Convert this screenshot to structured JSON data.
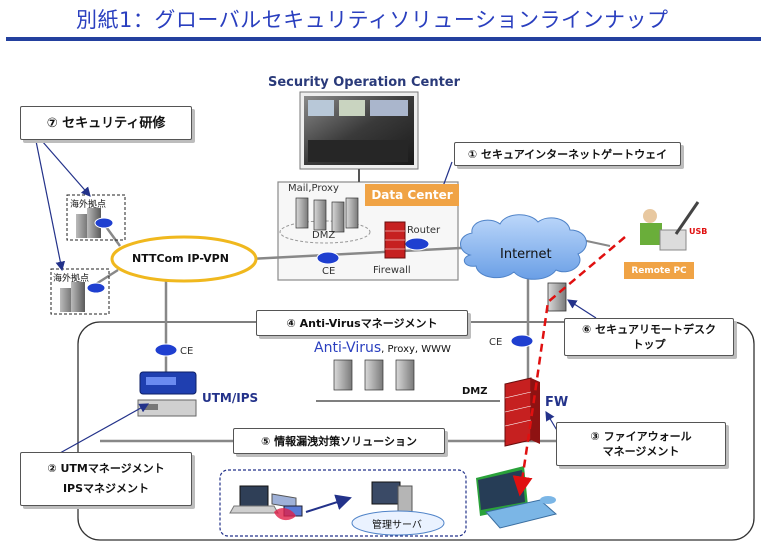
{
  "title": "別紙1：グローバルセキュリティソリューションラインナップ",
  "soc": {
    "title": "Security Operation Center"
  },
  "datacenter": {
    "label": "Data Center",
    "mail_proxy": "Mail,Proxy",
    "dmz": "DMZ",
    "router": "Router",
    "ce": "CE",
    "firewall": "Firewall"
  },
  "callouts": {
    "c1": "① セキュアインターネットゲートウェイ",
    "c2_line1": "② UTMマネージメント",
    "c2_line2": "IPSマネジメント",
    "c3_line1": "③ ファイアウォール",
    "c3_line2": "マネージメント",
    "c4": "④ Anti-Virusマネージメント",
    "c5": "⑤ 情報漏洩対策ソリューション",
    "c6_line1": "⑥ セキュアリモートデスク",
    "c6_line2": "トップ",
    "c7": "⑦ セキュリティ研修"
  },
  "network": {
    "vpn": "NTTCom IP-VPN",
    "internet": "Internet",
    "overseas": "海外拠点",
    "ce": "CE",
    "utm_ips": "UTM/IPS",
    "antivirus": "Anti-Virus",
    "antivirus_sub": ", Proxy, WWW",
    "dmz": "DMZ",
    "fw": "FW",
    "usb": "USB",
    "remote_pc": "Remote PC",
    "mgmt_server": "管理サーバ"
  },
  "colors": {
    "title": "#2a3fbf",
    "accent_orange": "#f0a345",
    "router_blue": "#1f3fd0",
    "firewall_red": "#c62020",
    "cloud": "#7fb0ee",
    "dashed_red": "#e01010"
  },
  "icons": [
    "router-icon",
    "cloud-icon",
    "server-icon",
    "firewall-icon",
    "building-icon",
    "laptop-icon",
    "monitor-icon",
    "utm-appliance-icon",
    "usb-icon",
    "person-icon"
  ]
}
